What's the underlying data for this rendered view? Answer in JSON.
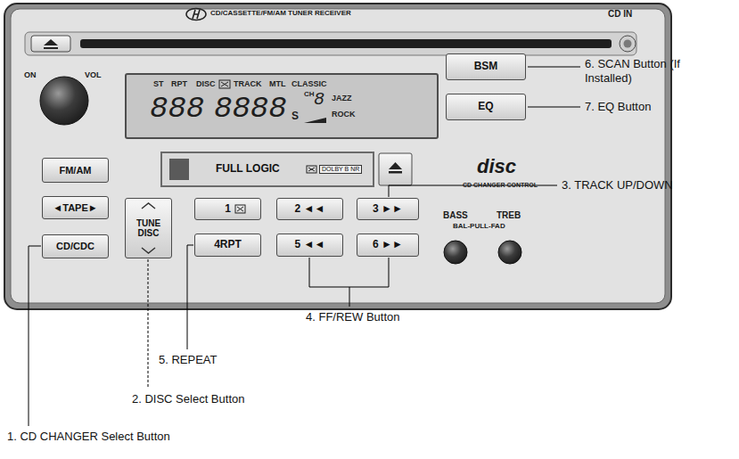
{
  "diagram": {
    "nodes": [
      {
        "text": [
          "ST",
          "RPT",
          "DISC",
          "TRACK",
          "MTL",
          "CLASSIC",
          "888",
          "8888",
          "S",
          "CH",
          "8",
          "JAZZ",
          "ROCK"
        ]
      },
      {
        "text": [
          "BSM"
        ]
      },
      {
        "text": [
          "EQ"
        ]
      },
      {
        "text": [
          "FULL LOGIC",
          "DOLBY B NR"
        ]
      },
      {
        "text": [
          "FM/AM"
        ]
      },
      {
        "text": [
          "◄TAPE►"
        ]
      },
      {
        "text": [
          "CD/CDC"
        ]
      },
      {
        "text": [
          "TUNE DISC"
        ]
      },
      {
        "text": [
          "1"
        ]
      },
      {
        "text": [
          "2 ◄◄"
        ]
      },
      {
        "text": [
          "3 ►►"
        ]
      },
      {
        "text": [
          "4RPT"
        ]
      },
      {
        "text": [
          "5 ◄◄"
        ]
      },
      {
        "text": [
          "6 ►►"
        ]
      }
    ],
    "labels": [
      "CD/CASSETTE/FM/AM TUNER RECEIVER",
      "CD IN",
      "ON",
      "VOL",
      "disc",
      "CD CHANGER CONTROL",
      "BASS",
      "TREB",
      "BAL-PULL-FAD",
      "6. SCAN Button (If Installed)",
      "7. EQ Button",
      "3. TRACK UP/DOWN",
      "4. FF/REW Button",
      "5. REPEAT",
      "2. DISC Select Button",
      "1. CD CHANGER Select Button"
    ]
  }
}
